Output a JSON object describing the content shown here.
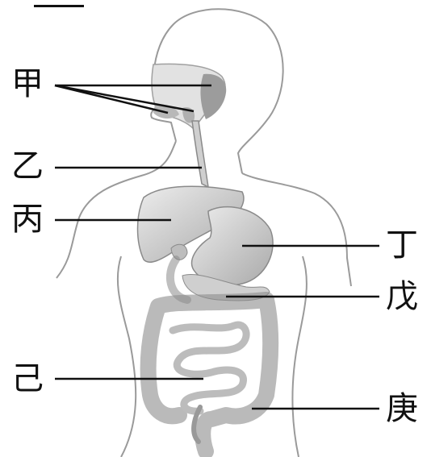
{
  "labels": {
    "jia": "甲",
    "yi": "乙",
    "bing": "丙",
    "ding": "丁",
    "wu": "戊",
    "ji": "己",
    "geng": "庚"
  }
}
